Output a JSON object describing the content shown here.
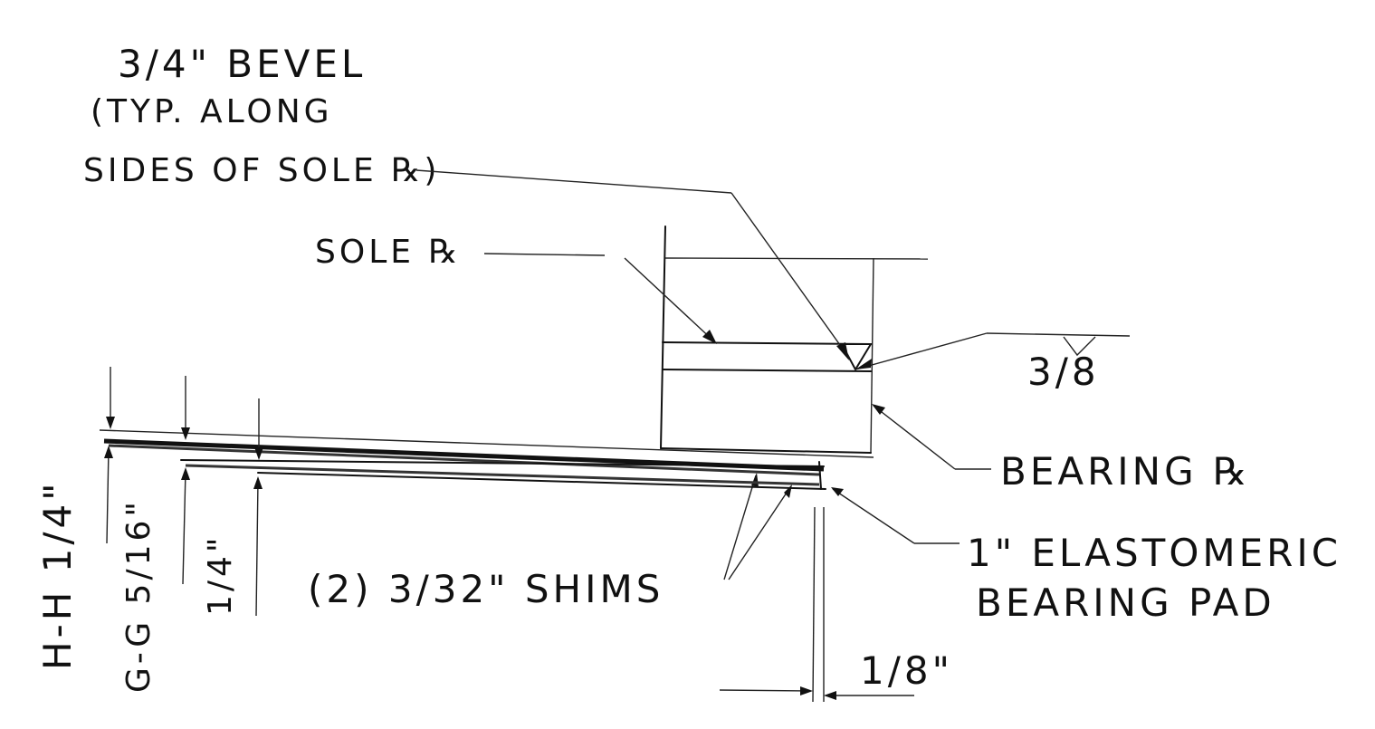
{
  "labels": {
    "bevel_line1": "3/4\" BEVEL",
    "bevel_line2": "(TYP. ALONG",
    "bevel_line3": "SIDES OF SOLE ℞)",
    "sole_plate": "SOLE ℞",
    "weld_size": "3/8",
    "bearing_plate": "BEARING ℞",
    "pad_line1": "1\" ELASTOMERIC",
    "pad_line2": "BEARING PAD",
    "shims": "(2)  3/32\"  SHIMS",
    "dim_h": "H-H  1/4\"",
    "dim_g": "G-G  5/16\"",
    "dim_quarter": "1/4\"",
    "dim_eighth": "1/8\""
  }
}
